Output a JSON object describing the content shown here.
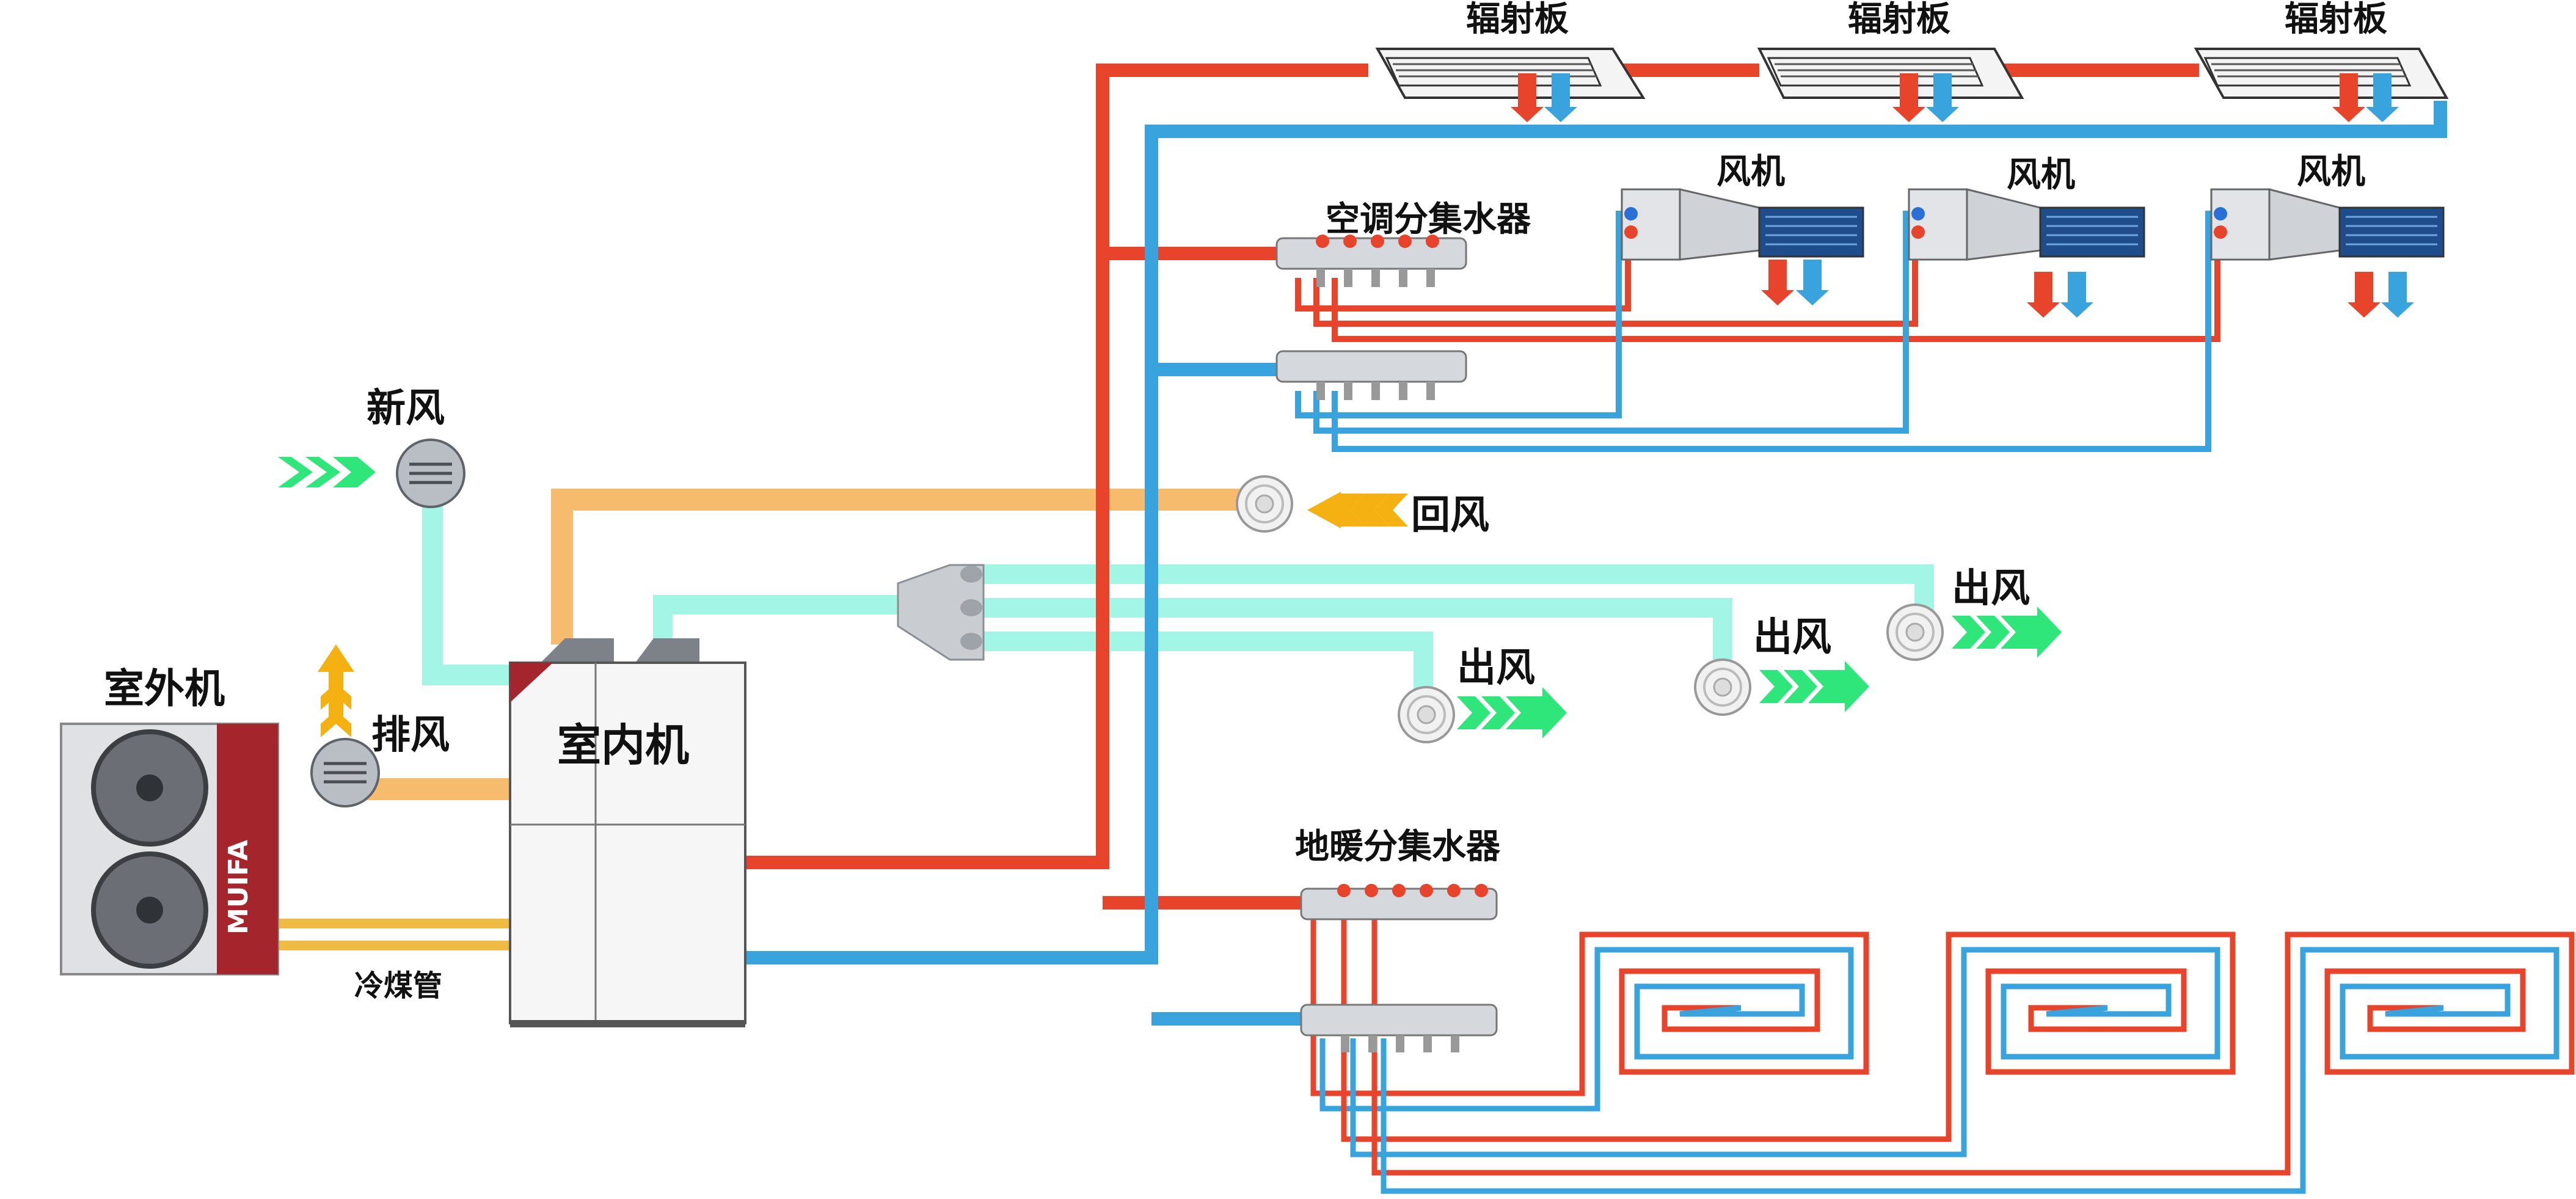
{
  "colors": {
    "hot_water": "#e8432b",
    "cold_water": "#38a3dc",
    "fresh_air_duct": "#a3f5e6",
    "return_air_duct": "#f7bb6e",
    "refrigerant": "#f0bb43",
    "green_arrow": "#2ee67a",
    "orange_arrow": "#f5b011",
    "outdoor_unit_panel": "#a4262c"
  },
  "labels": {
    "radiant_panel_1": "辐射板",
    "radiant_panel_2": "辐射板",
    "radiant_panel_3": "辐射板",
    "fan_coil_1": "风机",
    "fan_coil_2": "风机",
    "fan_coil_3": "风机",
    "ac_manifold": "空调分集水器",
    "floor_heating_manifold": "地暖分集水器",
    "fresh_air": "新风",
    "return_air": "回风",
    "exhaust_air": "排风",
    "supply_air_1": "出风",
    "supply_air_2": "出风",
    "supply_air_3": "出风",
    "outdoor_unit": "室外机",
    "indoor_unit": "室内机",
    "refrigerant_pipe": "冷煤管",
    "outdoor_brand": "MUIFA"
  }
}
